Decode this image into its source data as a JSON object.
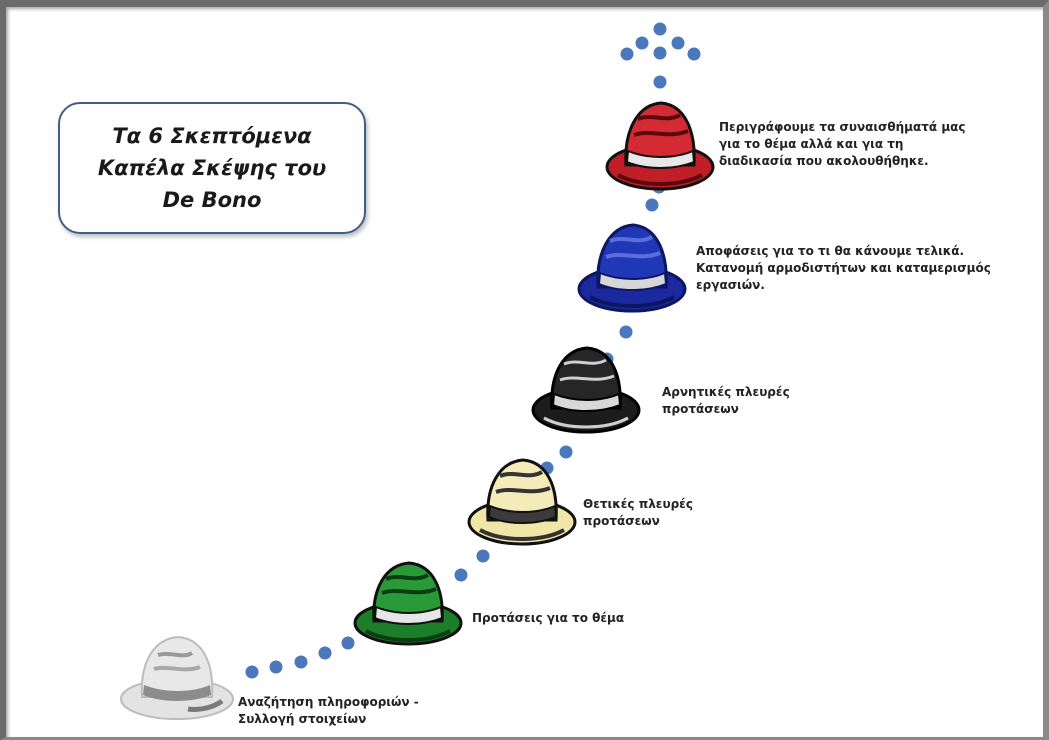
{
  "title": {
    "lines": [
      "Τα 6 Σκεπτόμενα",
      "Καπέλα Σκέψης του",
      "De Bono"
    ]
  },
  "colors": {
    "dots": "#4b78bd",
    "title_border": "#3f5f87",
    "white_hat": "#d9d9d9",
    "green_hat": "#1f8a2e",
    "yellow_hat": "#efe4a2",
    "black_hat": "#1a1a1a",
    "blue_hat": "#1d2fa8",
    "red_hat": "#c8202a"
  },
  "steps": [
    {
      "hat": "white-hat-icon",
      "lines": [
        "Αναζήτηση πληροφοριών -",
        "Συλλογή στοιχείων"
      ]
    },
    {
      "hat": "green-hat-icon",
      "lines": [
        "Προτάσεις για το θέμα"
      ]
    },
    {
      "hat": "yellow-hat-icon",
      "lines": [
        "Θετικές πλευρές",
        "προτάσεων"
      ]
    },
    {
      "hat": "black-hat-icon",
      "lines": [
        "Αρνητικές πλευρές",
        "προτάσεων"
      ]
    },
    {
      "hat": "blue-hat-icon",
      "lines": [
        "Αποφάσεις για το τι θα κάνουμε τελικά.",
        "Κατανομή αρμοδιστήτων και καταμερισμός",
        "εργασιών."
      ]
    },
    {
      "hat": "red-hat-icon",
      "lines": [
        "Περιγράφουμε τα συναισθήματά μας",
        "για το θέμα αλλά και για τη",
        "διαδικασία που ακολουθήθηκε."
      ]
    }
  ]
}
